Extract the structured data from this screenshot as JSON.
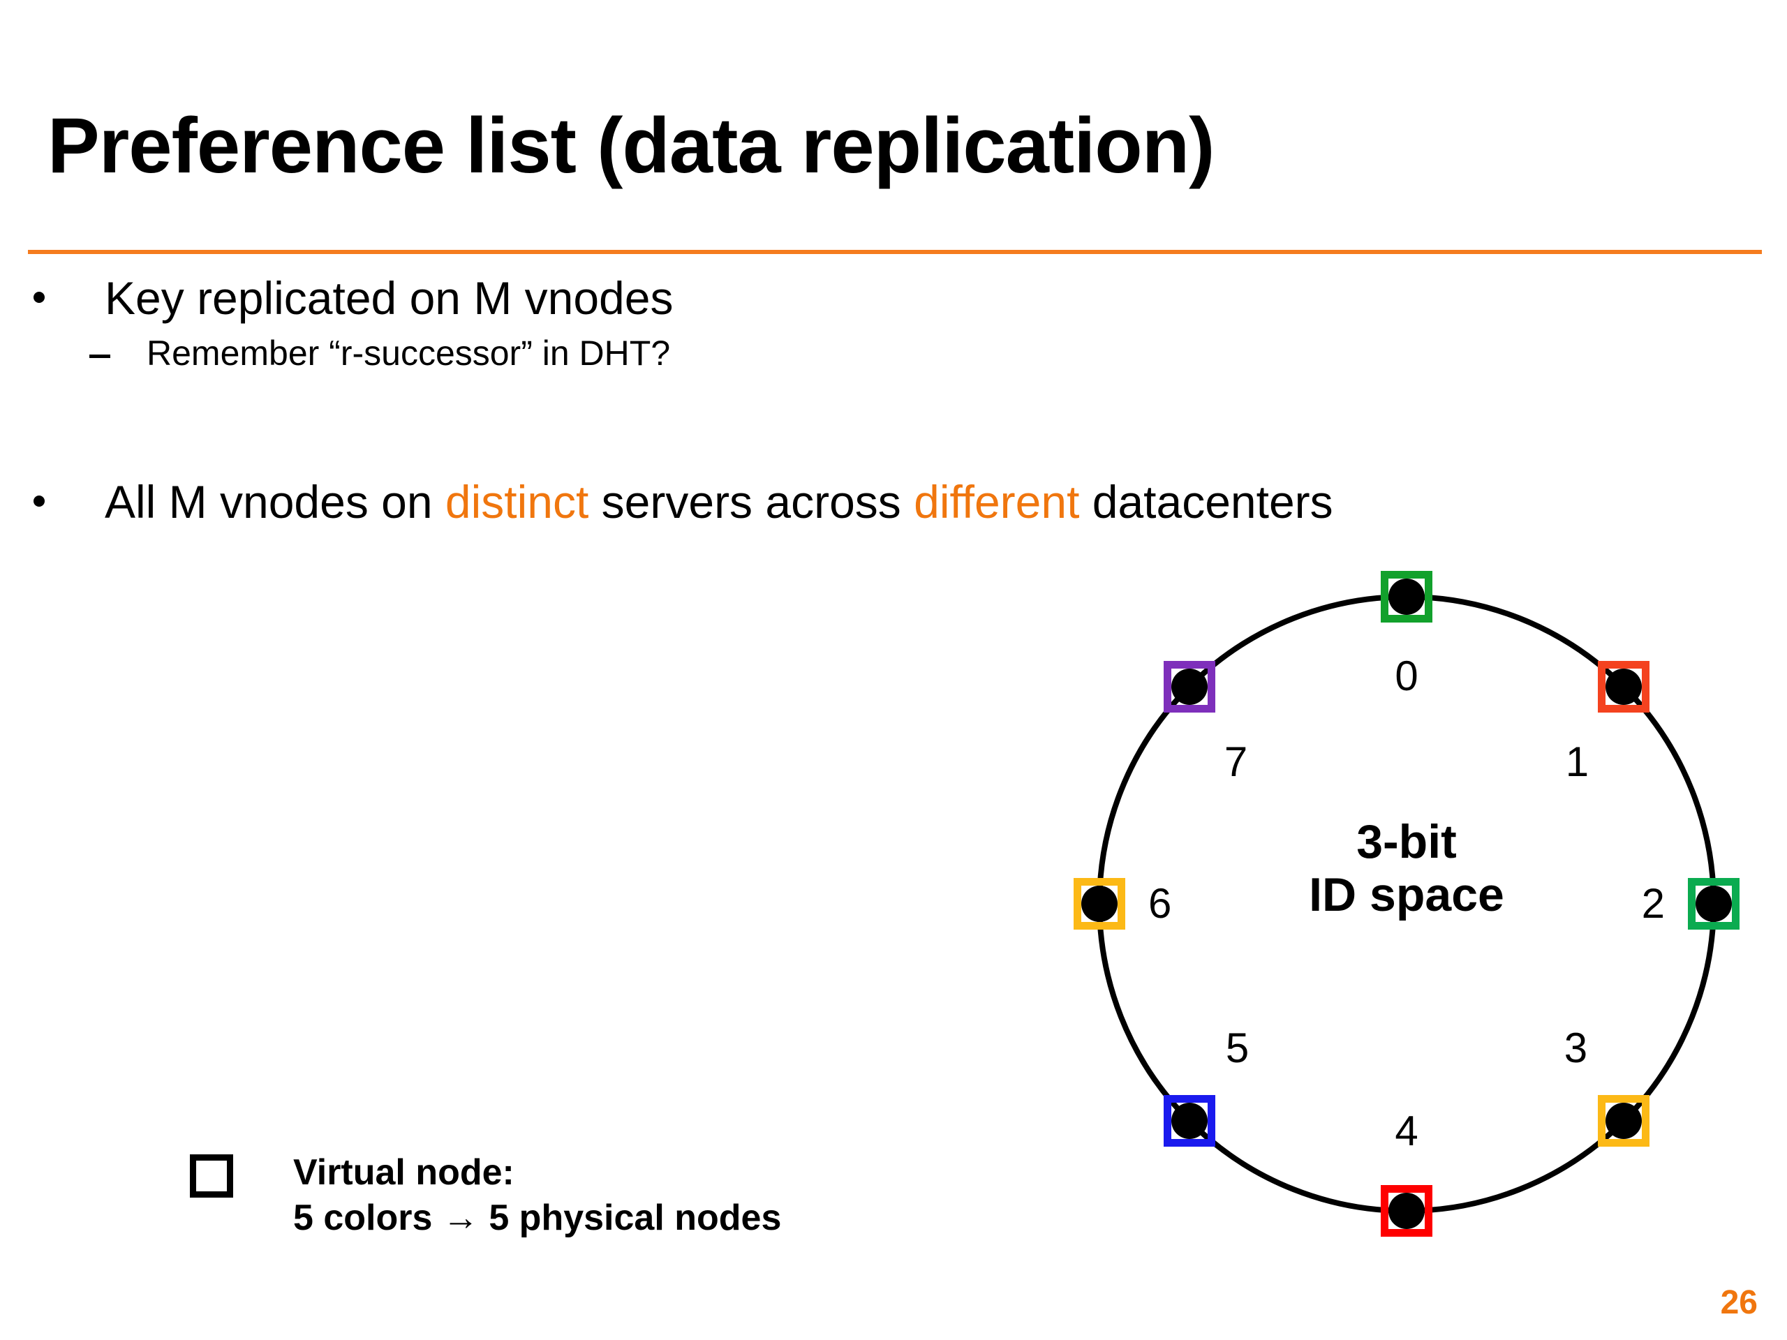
{
  "slide": {
    "title": "Preference list (data replication)",
    "page_number": "26",
    "accent_color": "#f57c1f",
    "page_number_color": "#f0760e"
  },
  "bullets": [
    {
      "level": 1,
      "marker": "bullet-dot",
      "text": "Key replicated on M vnodes"
    },
    {
      "level": 2,
      "marker": "bullet-dash",
      "text": "Remember “r-successor” in DHT?"
    },
    {
      "level": 1,
      "marker": "bullet-dot",
      "segments": [
        {
          "text": "All M vnodes on ",
          "highlight": false
        },
        {
          "text": "distinct",
          "highlight": true
        },
        {
          "text": " servers across ",
          "highlight": false
        },
        {
          "text": "different",
          "highlight": true
        },
        {
          "text": " datacenters",
          "highlight": false
        }
      ],
      "text": "All M vnodes on distinct servers across different datacenters"
    }
  ],
  "diagram": {
    "center_label_line1": "3-bit",
    "center_label_line2": "ID space",
    "ring_stroke_color": "#000000",
    "nodes": [
      {
        "id": "0",
        "angle_deg": 0,
        "color": "#12a12c",
        "color_name": "green",
        "label_pos": "below"
      },
      {
        "id": "1",
        "angle_deg": 45,
        "color": "#f4421f",
        "color_name": "orange-red",
        "label_pos": "below-left"
      },
      {
        "id": "2",
        "angle_deg": 90,
        "color": "#0bab50",
        "color_name": "emerald",
        "label_pos": "left"
      },
      {
        "id": "3",
        "angle_deg": 135,
        "color": "#fcb916",
        "color_name": "amber",
        "label_pos": "above-left"
      },
      {
        "id": "4",
        "angle_deg": 180,
        "color": "#fe0000",
        "color_name": "red",
        "label_pos": "above"
      },
      {
        "id": "5",
        "angle_deg": 225,
        "color": "#1a1aee",
        "color_name": "blue",
        "label_pos": "above-right"
      },
      {
        "id": "6",
        "angle_deg": 270,
        "color": "#fcb916",
        "color_name": "amber",
        "label_pos": "right"
      },
      {
        "id": "7",
        "angle_deg": 315,
        "color": "#7e2fbb",
        "color_name": "purple",
        "label_pos": "below-right"
      }
    ]
  },
  "legend": {
    "swatch": "virtual-node-square",
    "line1": "Virtual node:",
    "line2": "5 colors → 5 physical nodes"
  },
  "chart_data": {
    "type": "scatter",
    "title": "3-bit ID space",
    "description": "Chord-style consistent-hashing ring with 8 virtual node positions",
    "categories": [
      "0",
      "1",
      "2",
      "3",
      "4",
      "5",
      "6",
      "7"
    ],
    "values": [
      0,
      1,
      2,
      3,
      4,
      5,
      6,
      7
    ],
    "series": [
      {
        "name": "vnode color (physical node)",
        "values": [
          "green",
          "orange-red",
          "emerald",
          "amber",
          "red",
          "blue",
          "amber",
          "purple"
        ]
      }
    ],
    "xlabel": "",
    "ylabel": "",
    "legend": "5 colors -> 5 physical nodes",
    "grid": false
  }
}
